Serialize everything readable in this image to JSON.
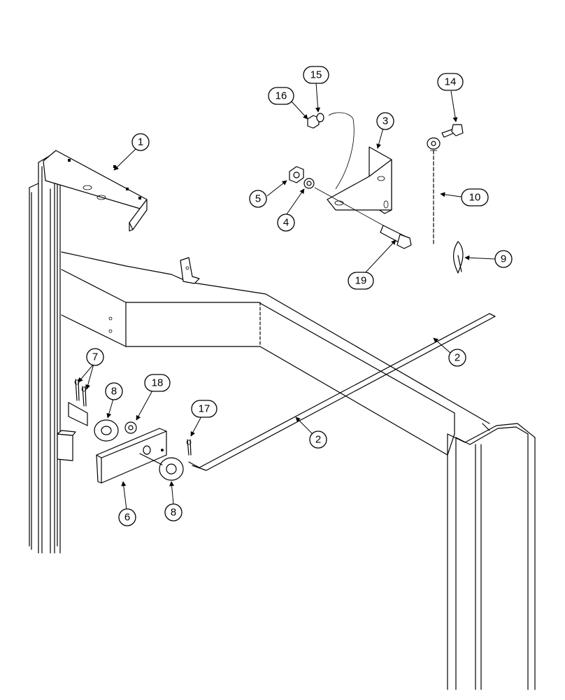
{
  "callouts": [
    {
      "label": "1"
    },
    {
      "label": "2"
    },
    {
      "label": "2"
    },
    {
      "label": "3"
    },
    {
      "label": "4"
    },
    {
      "label": "5"
    },
    {
      "label": "6"
    },
    {
      "label": "7"
    },
    {
      "label": "8"
    },
    {
      "label": "8"
    },
    {
      "label": "9"
    },
    {
      "label": "10"
    },
    {
      "label": "14"
    },
    {
      "label": "15"
    },
    {
      "label": "16"
    },
    {
      "label": "17"
    },
    {
      "label": "18"
    },
    {
      "label": "19"
    }
  ]
}
